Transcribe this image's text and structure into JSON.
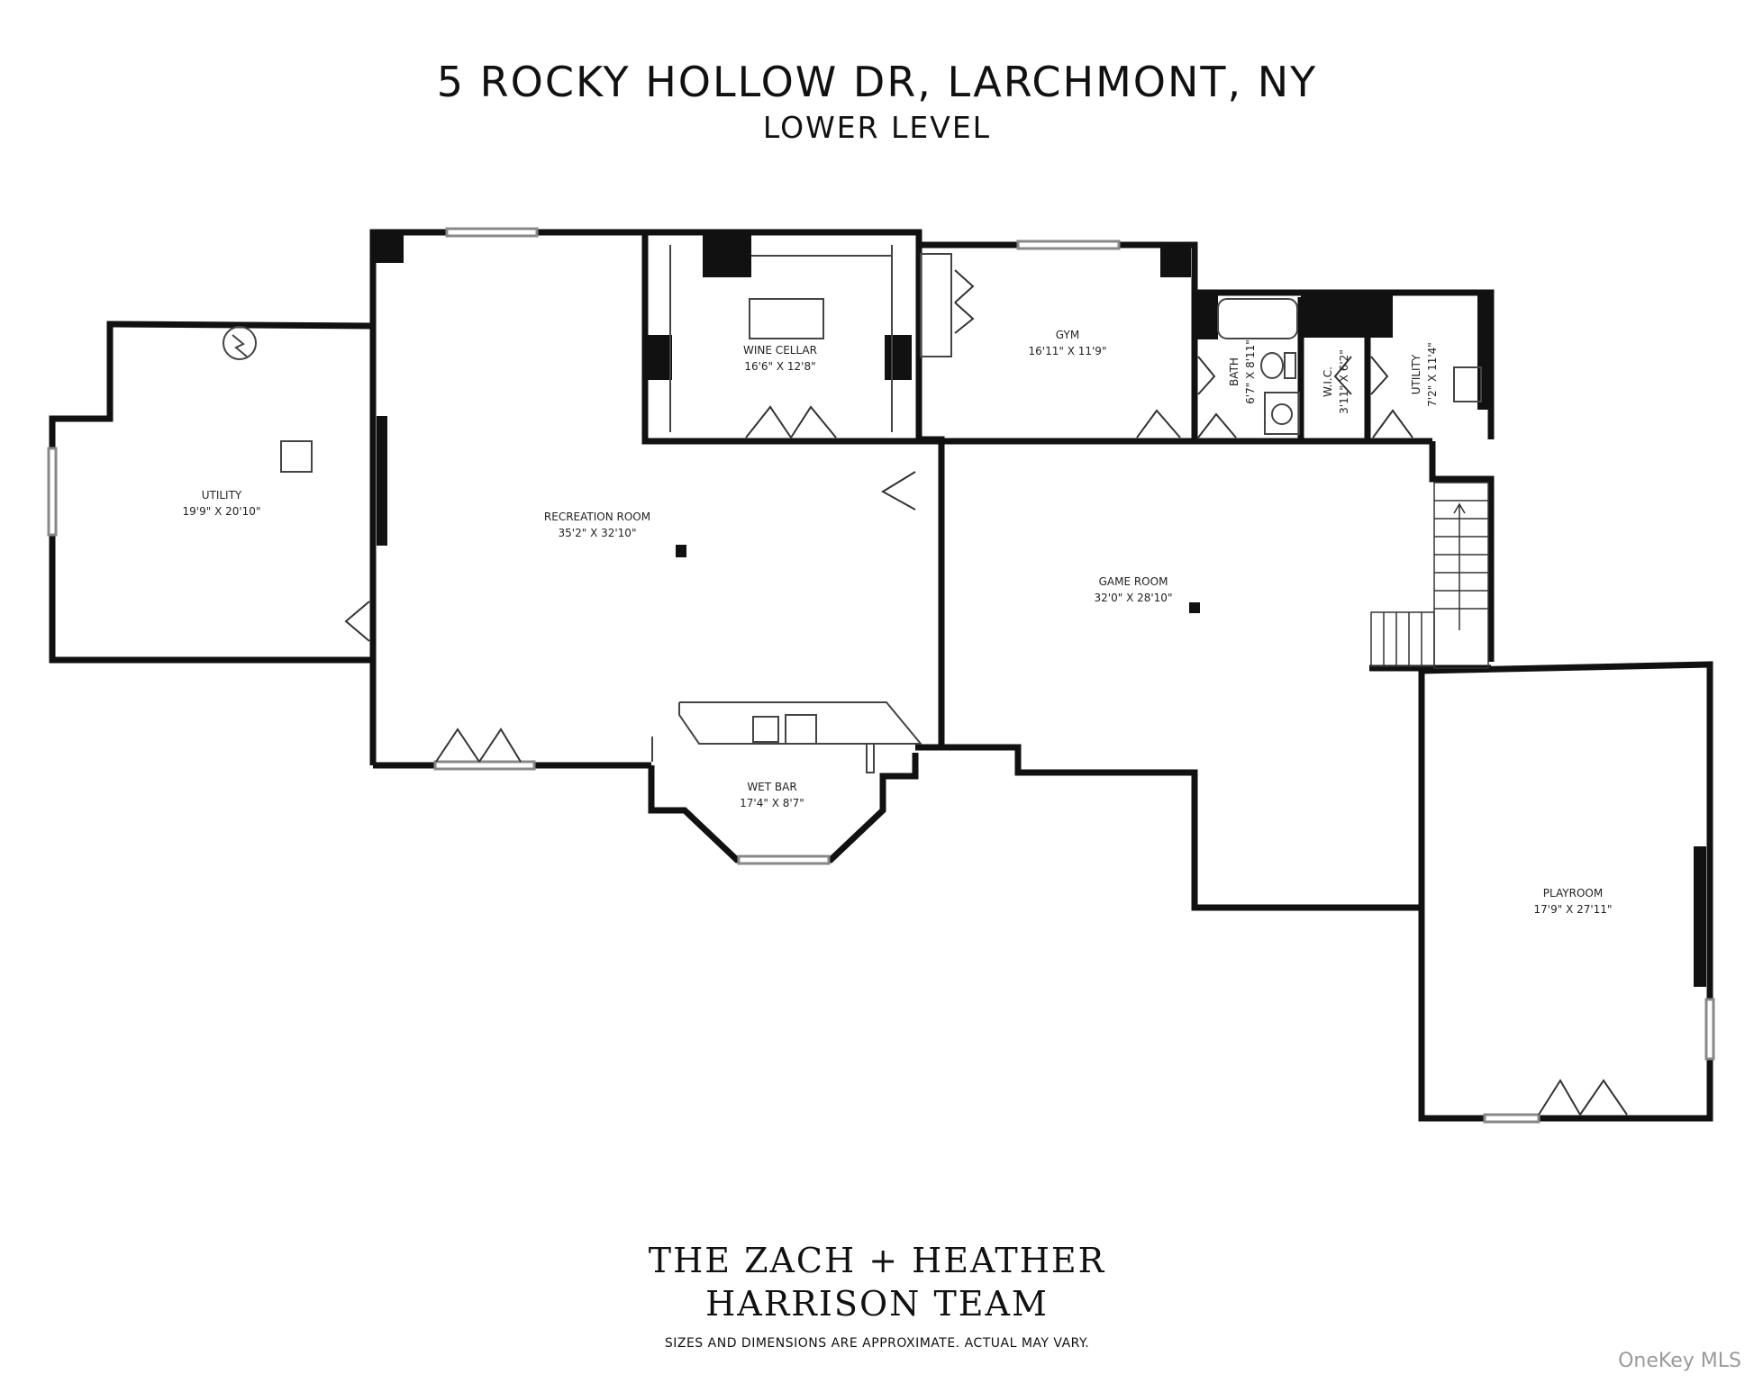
{
  "header": {
    "title": "5 ROCKY HOLLOW DR, LARCHMONT, NY",
    "subtitle": "LOWER LEVEL"
  },
  "rooms": {
    "utility_left": {
      "name": "UTILITY",
      "dims": "19'9\" X 20'10\""
    },
    "recreation": {
      "name": "RECREATION ROOM",
      "dims": "35'2\" X 32'10\""
    },
    "wine_cellar": {
      "name": "WINE CELLAR",
      "dims": "16'6\" X 12'8\""
    },
    "gym": {
      "name": "GYM",
      "dims": "16'11\" X 11'9\""
    },
    "bath": {
      "name": "BATH",
      "dims": "6'7\" X 8'11\""
    },
    "wic": {
      "name": "W.I.C.",
      "dims": "3'11\" X 6'2\""
    },
    "utility_right": {
      "name": "UTILITY",
      "dims": "7'2\" X 11'4\""
    },
    "game": {
      "name": "GAME ROOM",
      "dims": "32'0\" X 28'10\""
    },
    "wet_bar": {
      "name": "WET BAR",
      "dims": "17'4\" X 8'7\""
    },
    "playroom": {
      "name": "PLAYROOM",
      "dims": "17'9\" X 27'11\""
    }
  },
  "footer": {
    "brand_line1": "THE ZACH + HEATHER",
    "brand_line2": "HARRISON TEAM",
    "disclaimer": "SIZES AND DIMENSIONS ARE APPROXIMATE. ACTUAL MAY VARY."
  },
  "watermark": "OneKey MLS",
  "colors": {
    "wall": "#111111",
    "window": "#888888",
    "background": "#ffffff"
  }
}
